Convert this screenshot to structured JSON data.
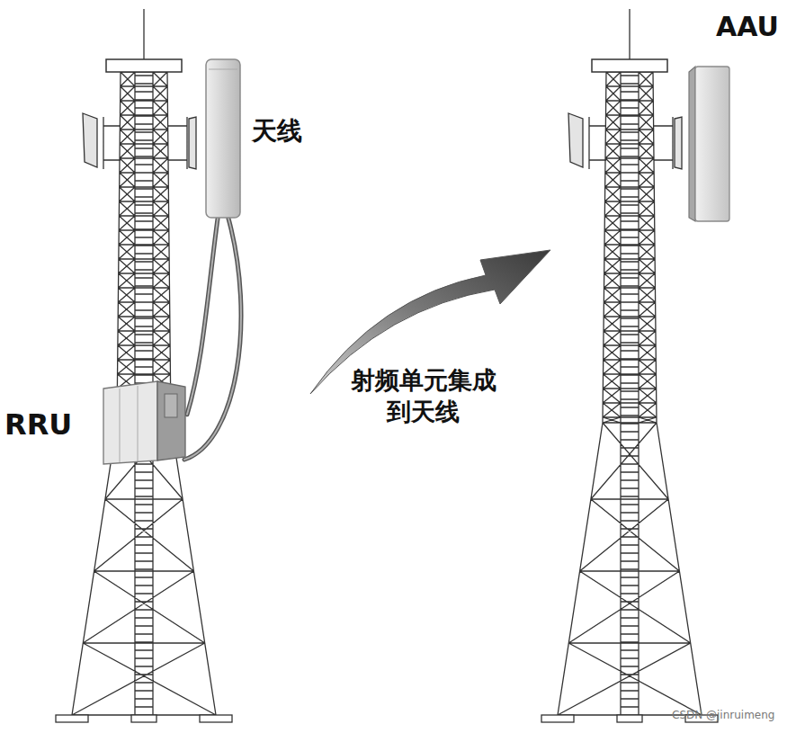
{
  "diagram": {
    "nodes": [
      {
        "text": [
          "天线"
        ]
      },
      {
        "text": [
          "RRU"
        ]
      },
      {
        "text": [
          "AAU"
        ]
      }
    ],
    "edges": [
      {
        "from": 1,
        "to": 0,
        "arrow": "none"
      }
    ],
    "labels": [
      "射频单元集成到天线",
      "CSDN @jinruimeng"
    ]
  }
}
